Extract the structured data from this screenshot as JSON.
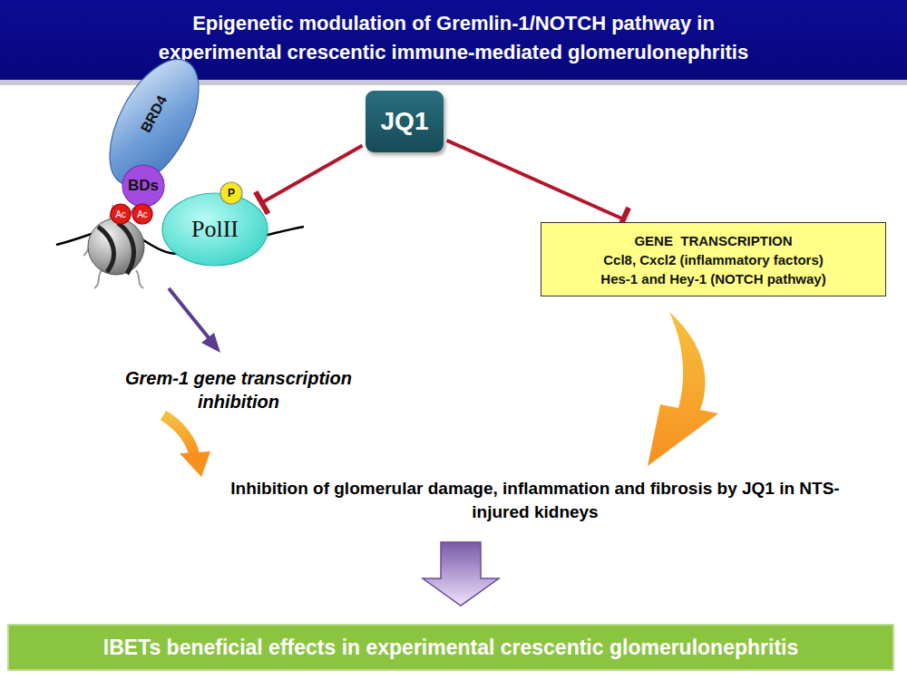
{
  "diagram": {
    "title": "Epigenetic modulation of Gremlin-1/NOTCH pathway in experimental crescentic immune-mediated glomerulonephritis",
    "nodes": [
      {
        "text": [
          "JQ1"
        ]
      },
      {
        "text": [
          "BRD4"
        ]
      },
      {
        "text": [
          "BDs"
        ]
      },
      {
        "text": [
          "Ac"
        ]
      },
      {
        "text": [
          "Ac"
        ]
      },
      {
        "text": [
          "P"
        ]
      },
      {
        "text": [
          "PolII"
        ]
      },
      {
        "text": [
          "GENE  TRANSCRIPTION",
          "Ccl8, Cxcl2 (inflammatory factors)",
          "Hes-1 and Hey-1 (NOTCH pathway)"
        ]
      },
      {
        "text": [
          "IBETs beneficial effects in experimental crescentic glomerulonephritis"
        ]
      }
    ],
    "edges": [
      {
        "from": 0,
        "to": 6,
        "arrow": "to"
      },
      {
        "from": 0,
        "to": 7,
        "arrow": "to"
      }
    ],
    "labels": [
      "Grem-1 gene transcription inhibition",
      "Inhibition of glomerular damage, inflammation and fibrosis by JQ1 in NTS-injured kidneys"
    ]
  }
}
